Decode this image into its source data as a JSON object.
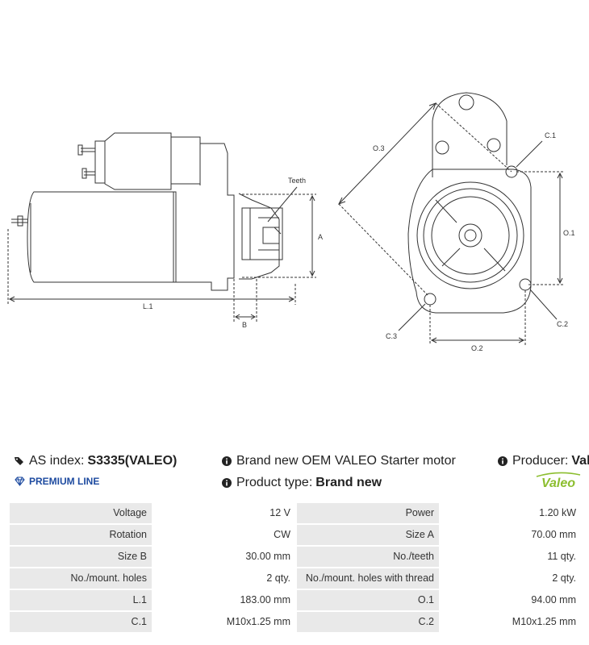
{
  "drawing": {
    "labels": {
      "teeth": "Teeth",
      "a": "A",
      "b": "B",
      "l1": "L.1",
      "o1": "O.1",
      "o2": "O.2",
      "o3": "O.3",
      "c1": "C.1",
      "c2": "C.2",
      "c3": "C.3"
    }
  },
  "info": {
    "as_index_label": "AS index:",
    "as_index_value": "S3335(VALEO)",
    "description": "Brand new OEM VALEO Starter motor",
    "producer_label": "Producer:",
    "producer_value": "Valeo",
    "premium_line": "PREMIUM LINE",
    "product_type_label": "Product type:",
    "product_type_value": "Brand new",
    "logo_text": "Valeo"
  },
  "specs": {
    "rows": [
      {
        "l1": "Voltage",
        "v1": "12 V",
        "l2": "Power",
        "v2": "1.20 kW"
      },
      {
        "l1": "Rotation",
        "v1": "CW",
        "l2": "Size A",
        "v2": "70.00 mm"
      },
      {
        "l1": "Size B",
        "v1": "30.00 mm",
        "l2": "No./teeth",
        "v2": "11 qty."
      },
      {
        "l1": "No./mount. holes",
        "v1": "2 qty.",
        "l2": "No./mount. holes with thread",
        "v2": "2 qty."
      },
      {
        "l1": "L.1",
        "v1": "183.00 mm",
        "l2": "O.1",
        "v2": "94.00 mm"
      },
      {
        "l1": "C.1",
        "v1": "M10x1.25 mm",
        "l2": "C.2",
        "v2": "M10x1.25 mm"
      }
    ]
  },
  "colors": {
    "table_label_bg": "#e9e9e9",
    "premium_blue": "#1e4ba0",
    "valeo_green": "#8cbe2f"
  }
}
